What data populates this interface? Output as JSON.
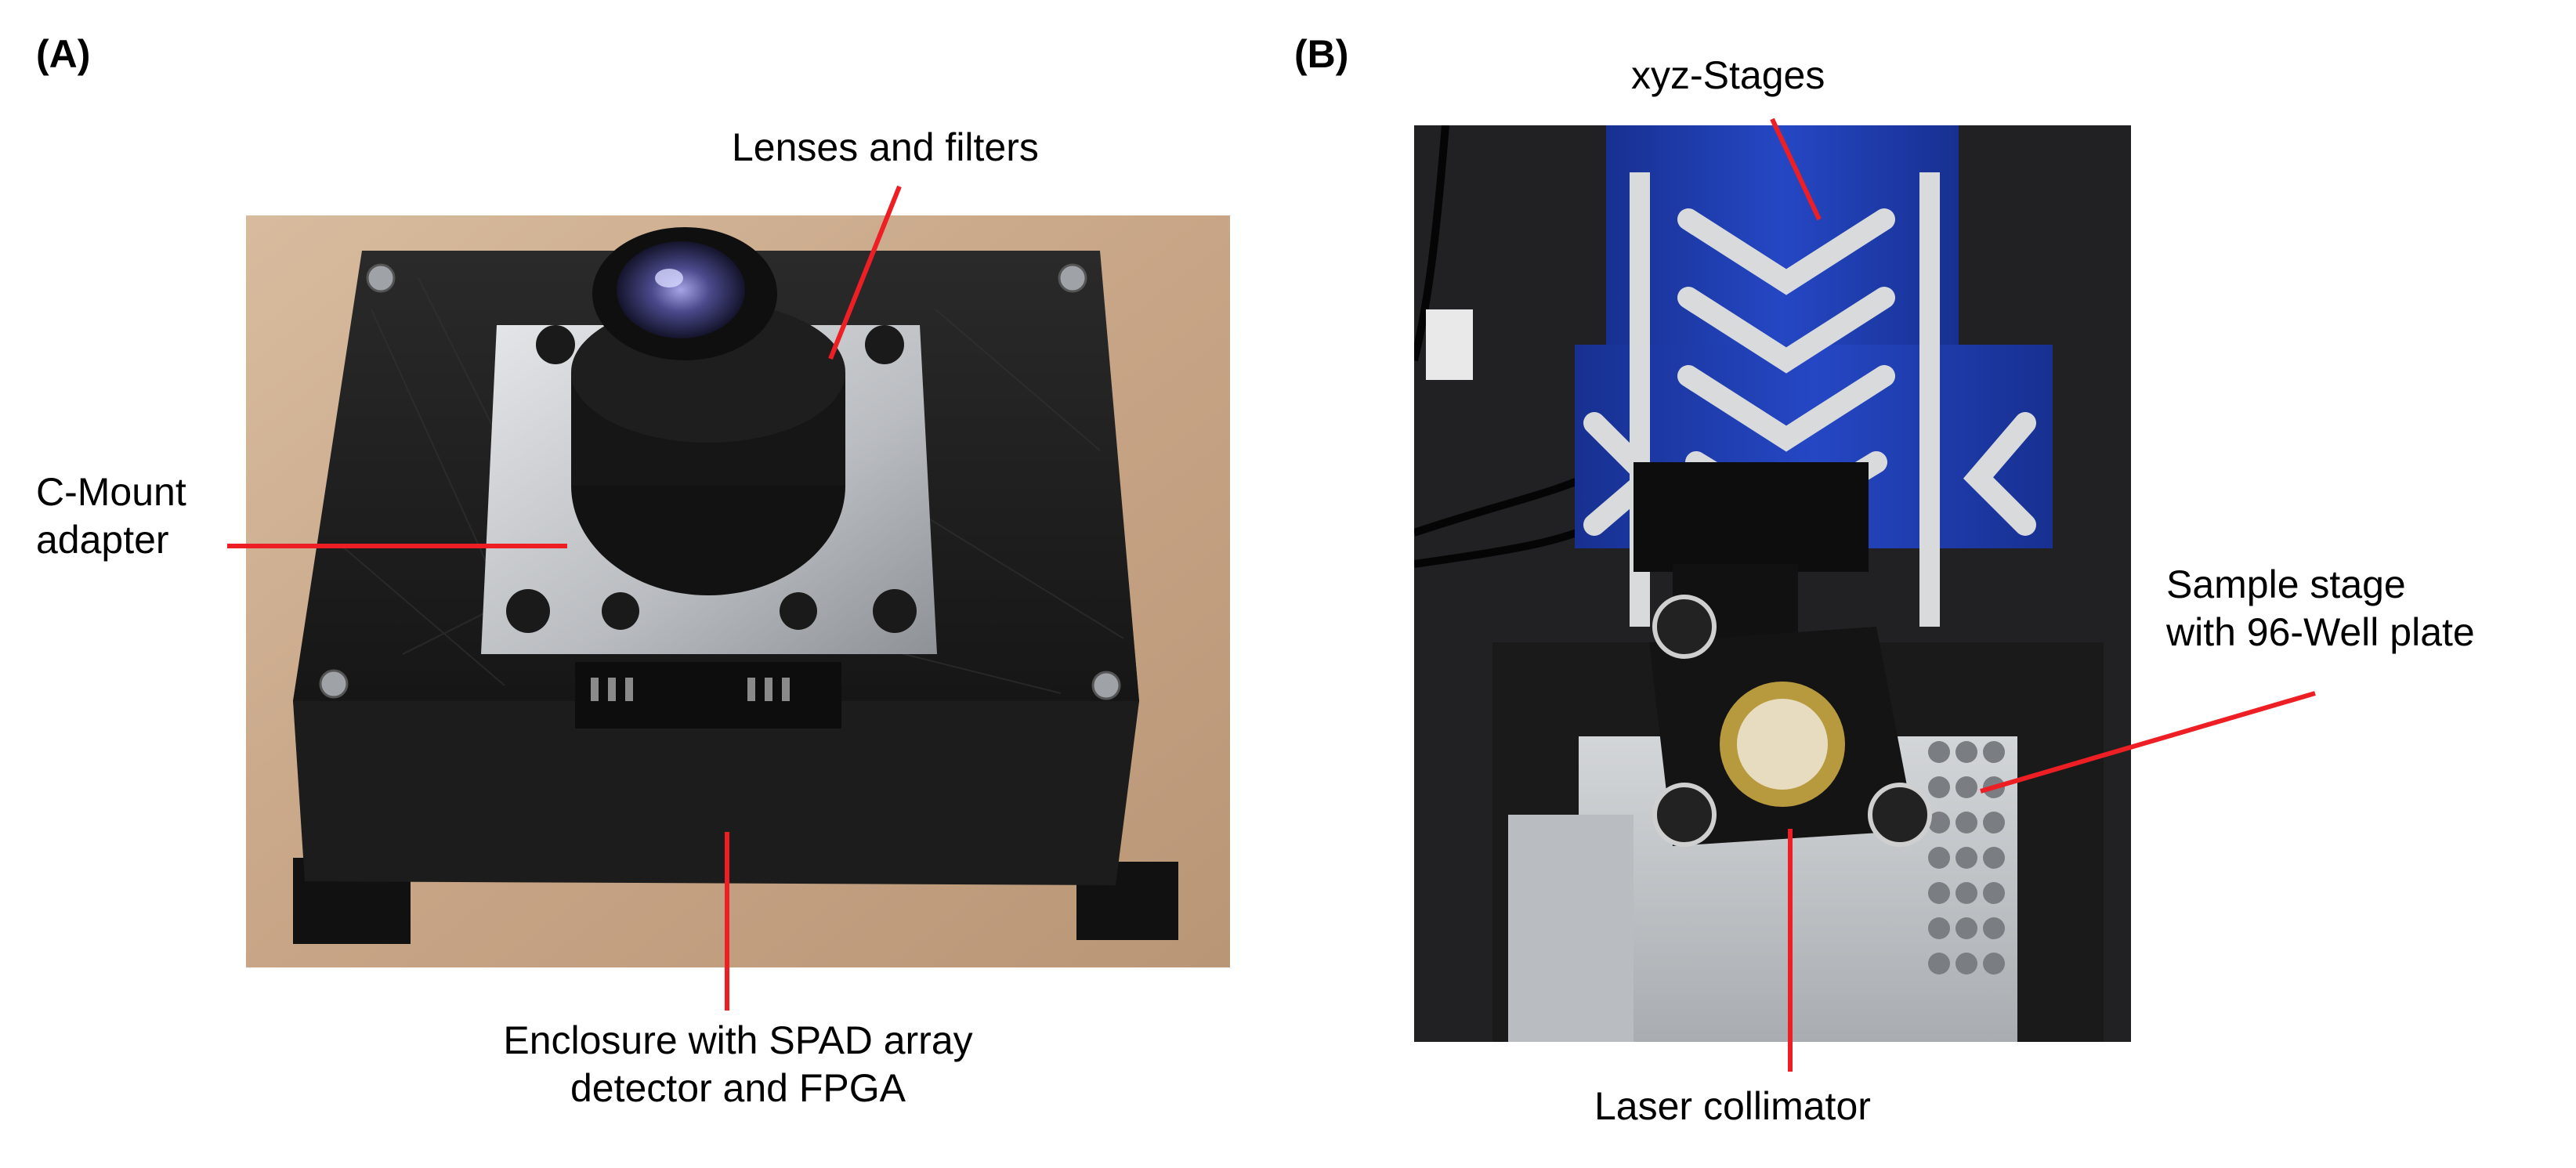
{
  "panels": [
    {
      "letter": "(A)",
      "labels": {
        "lenses": "Lenses and filters",
        "cmount_line1": "C-Mount",
        "cmount_line2": "adapter",
        "enclosure_line1": "Enclosure with SPAD array",
        "enclosure_line2": "detector and FPGA"
      }
    },
    {
      "letter": "(B)",
      "labels": {
        "stages": "xyz-Stages",
        "sample_line1": "Sample stage",
        "sample_line2": "with 96-Well plate",
        "laser": "Laser collimator"
      }
    }
  ],
  "colors": {
    "callout": "#ee1f24",
    "enclosure": "#1a1a1a",
    "table": "#caa98a",
    "stage_blue": "#1f3cb0",
    "rail": "#d8dadc",
    "plate": "#c3c6c9"
  }
}
